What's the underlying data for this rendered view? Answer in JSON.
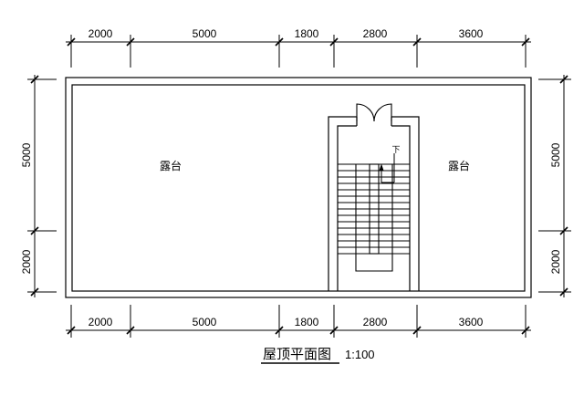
{
  "dimensions": {
    "horizontal_top": [
      "2000",
      "5000",
      "1800",
      "2800",
      "3600"
    ],
    "horizontal_bottom": [
      "2000",
      "5000",
      "1800",
      "2800",
      "3600"
    ],
    "vertical_left": [
      "5000",
      "2000"
    ],
    "vertical_right": [
      "5000",
      "2000"
    ]
  },
  "rooms": {
    "terrace_left": "露台",
    "terrace_right": "露台"
  },
  "stair": {
    "direction_label": "下"
  },
  "caption": {
    "title": "屋顶平面图",
    "scale": "1:100"
  }
}
